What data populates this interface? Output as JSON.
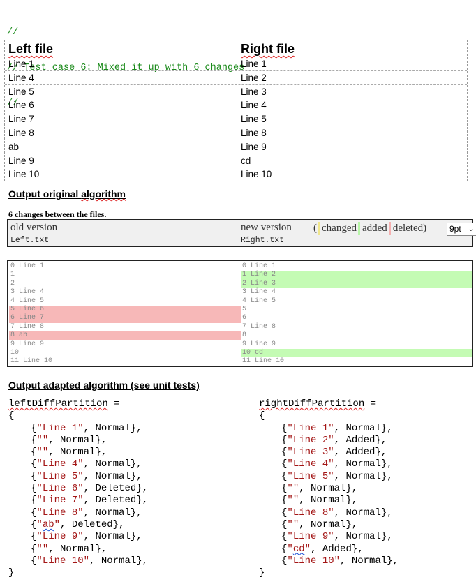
{
  "header_comment": [
    "//",
    "// Test case 6: Mixed it up with 6 changes",
    "//"
  ],
  "compare_table": {
    "left_header": "Left file",
    "right_header": "Right file",
    "rows": [
      [
        "Line 1",
        "Line 1"
      ],
      [
        "Line 4",
        "Line 2"
      ],
      [
        "Line 5",
        "Line 3"
      ],
      [
        "Line 6",
        "Line 4"
      ],
      [
        "Line 7",
        "Line 5"
      ],
      [
        "Line 8",
        "Line 8"
      ],
      [
        "ab",
        "Line 9"
      ],
      [
        "Line 9",
        "cd"
      ],
      [
        "Line 10",
        "Line 10"
      ]
    ]
  },
  "heading_original": "Output original algorithm",
  "changes_count": "6 changes between the files.",
  "version_header": {
    "old_label": "old version",
    "new_label": "new version",
    "left_file": "Left.txt",
    "right_file": "Right.txt",
    "legend_open": "(",
    "legend_changed": "changed",
    "legend_added": "added",
    "legend_deleted": "deleted)",
    "font_size": "9pt"
  },
  "colors": {
    "deleted": "#f7b8b8",
    "added": "#c4fbb4",
    "changed": "#f0e68c",
    "comment": "#1a8a1a",
    "string": "#a31515"
  },
  "diff_view": {
    "left": [
      {
        "text": "0 Line 1",
        "state": "normal"
      },
      {
        "text": "1",
        "state": "normal"
      },
      {
        "text": "2",
        "state": "normal"
      },
      {
        "text": "3 Line 4",
        "state": "normal"
      },
      {
        "text": "4 Line 5",
        "state": "normal"
      },
      {
        "text": "5 Line 6",
        "state": "deleted"
      },
      {
        "text": "6 Line 7",
        "state": "deleted"
      },
      {
        "text": "7 Line 8",
        "state": "normal"
      },
      {
        "text": "8 ab",
        "state": "deleted"
      },
      {
        "text": "9 Line 9",
        "state": "normal"
      },
      {
        "text": "10",
        "state": "normal"
      },
      {
        "text": "11 Line 10",
        "state": "normal"
      }
    ],
    "right": [
      {
        "text": "0 Line 1",
        "state": "normal"
      },
      {
        "text": "1 Line 2",
        "state": "added"
      },
      {
        "text": "2 Line 3",
        "state": "added"
      },
      {
        "text": "3 Line 4",
        "state": "normal"
      },
      {
        "text": "4 Line 5",
        "state": "normal"
      },
      {
        "text": "5",
        "state": "normal"
      },
      {
        "text": "6",
        "state": "normal"
      },
      {
        "text": "7 Line 8",
        "state": "normal"
      },
      {
        "text": "8",
        "state": "normal"
      },
      {
        "text": "9 Line 9",
        "state": "normal"
      },
      {
        "text": "10 cd",
        "state": "added"
      },
      {
        "text": "11 Line 10",
        "state": "normal"
      }
    ]
  },
  "heading_adapted": "Output adapted algorithm (see unit tests)",
  "left_partition": {
    "name": "leftDiffPartition",
    "entries": [
      {
        "value": "Line 1",
        "kind": "Normal"
      },
      {
        "value": "",
        "kind": "Normal"
      },
      {
        "value": "",
        "kind": "Normal"
      },
      {
        "value": "Line 4",
        "kind": "Normal"
      },
      {
        "value": "Line 5",
        "kind": "Normal"
      },
      {
        "value": "Line 6",
        "kind": "Deleted"
      },
      {
        "value": "Line 7",
        "kind": "Deleted"
      },
      {
        "value": "Line 8",
        "kind": "Normal"
      },
      {
        "value": "ab",
        "kind": "Deleted"
      },
      {
        "value": "Line 9",
        "kind": "Normal"
      },
      {
        "value": "",
        "kind": "Normal"
      },
      {
        "value": "Line 10",
        "kind": "Normal"
      }
    ]
  },
  "right_partition": {
    "name": "rightDiffPartition",
    "entries": [
      {
        "value": "Line 1",
        "kind": "Normal"
      },
      {
        "value": "Line 2",
        "kind": "Added"
      },
      {
        "value": "Line 3",
        "kind": "Added"
      },
      {
        "value": "Line 4",
        "kind": "Normal"
      },
      {
        "value": "Line 5",
        "kind": "Normal"
      },
      {
        "value": "",
        "kind": "Normal"
      },
      {
        "value": "",
        "kind": "Normal"
      },
      {
        "value": "Line 8",
        "kind": "Normal"
      },
      {
        "value": "",
        "kind": "Normal"
      },
      {
        "value": "Line 9",
        "kind": "Normal"
      },
      {
        "value": "cd",
        "kind": "Added"
      },
      {
        "value": "Line 10",
        "kind": "Normal"
      }
    ]
  }
}
